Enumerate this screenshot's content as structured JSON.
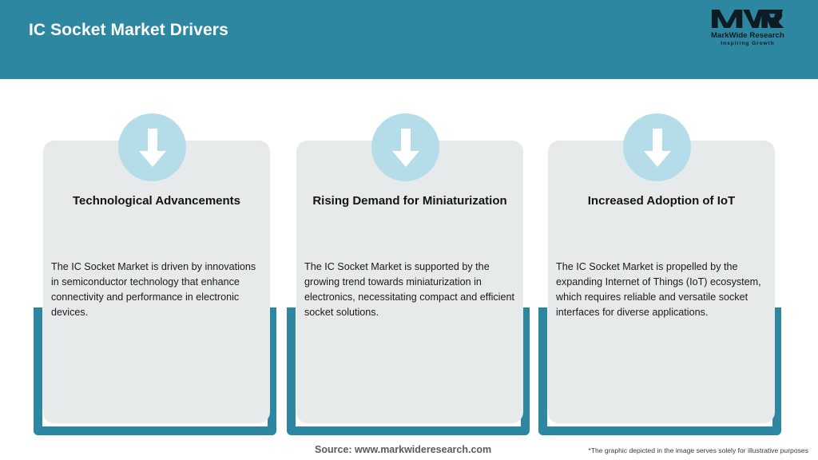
{
  "header": {
    "title": "IC Socket Market Drivers",
    "bg_color": "#2e87a0",
    "logo": {
      "mark_text": "MWR",
      "name": "MarkWide Research",
      "tagline": "Inspiring Growth"
    }
  },
  "theme": {
    "teal": "#2e87a0",
    "light_blue": "#b5dde9",
    "panel_gray": "#e6eaeb",
    "page_bg": "#ffffff"
  },
  "cards": [
    {
      "icon": "arrow-down-icon",
      "title": "Technological Advancements",
      "body": "The IC Socket Market is driven by innovations in semiconductor technology that enhance connectivity and performance in electronic devices."
    },
    {
      "icon": "arrow-down-icon",
      "title": "Rising Demand for Miniaturization",
      "body": "The IC Socket Market is supported by the growing trend towards miniaturization in electronics, necessitating compact and efficient socket solutions."
    },
    {
      "icon": "arrow-down-icon",
      "title": "Increased Adoption of IoT",
      "body": "The IC Socket Market is propelled by the expanding Internet of Things (IoT) ecosystem, which requires reliable and versatile socket interfaces for diverse applications."
    }
  ],
  "footer": {
    "source": "Source: www.markwideresearch.com",
    "note": "*The graphic depicted in the image serves solely for illustrative purposes"
  }
}
